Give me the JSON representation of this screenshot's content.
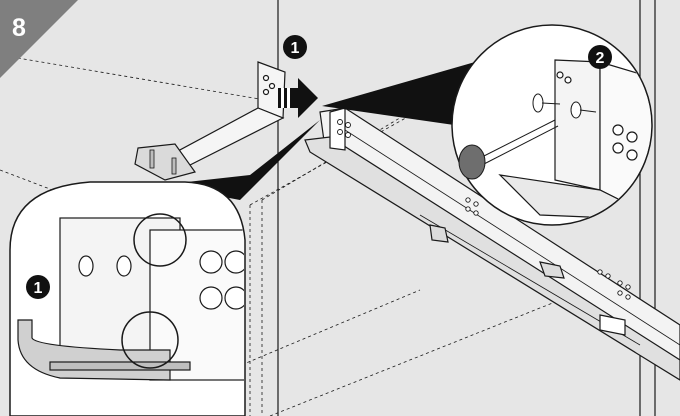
{
  "step_number": "8",
  "callouts": {
    "bracket_step": "1",
    "inset_step": "1",
    "screw_step": "2"
  },
  "colors": {
    "background": "#e4e4e4",
    "wall_panel": "#ececec",
    "corner_tab": "#7f7f7f",
    "outline": "#1a1a1a",
    "arrow": "#111111",
    "badge": "#111111",
    "cap": "#6e6e6e"
  }
}
